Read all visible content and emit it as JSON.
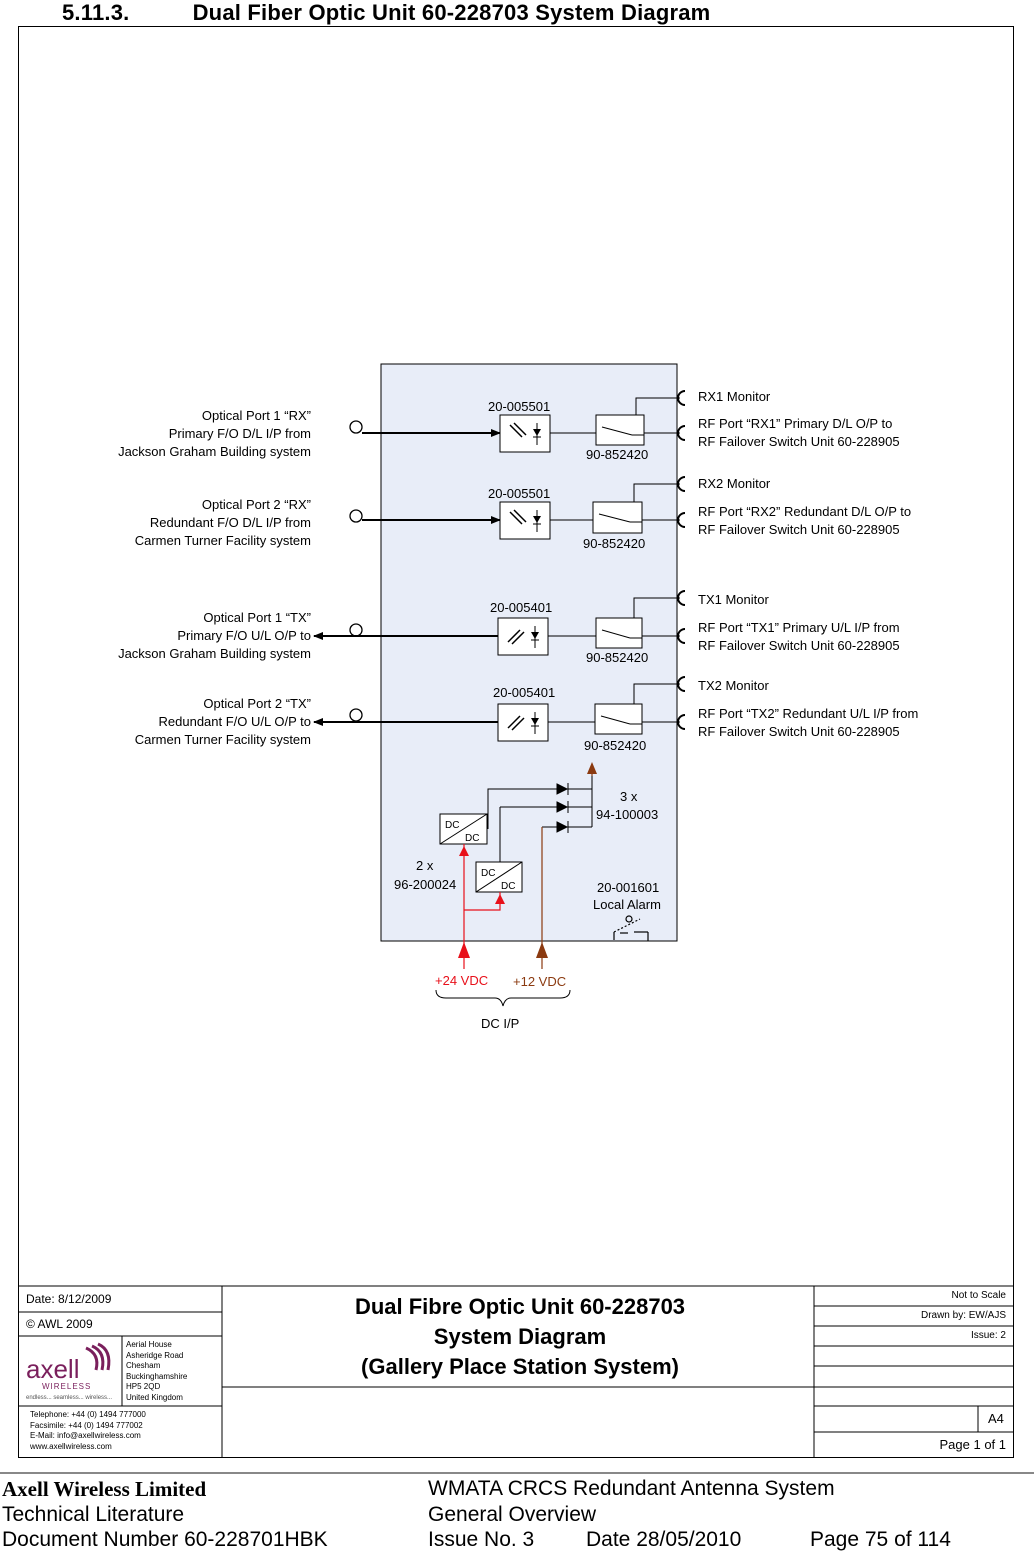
{
  "heading": {
    "number": "5.11.3.",
    "text": "Dual Fiber Optic Unit 60-228703 System Diagram"
  },
  "diagram": {
    "left_labels": [
      [
        "Optical Port 1 “RX”",
        "Primary F/O D/L I/P from",
        "Jackson Graham Building system"
      ],
      [
        "Optical Port 2 “RX”",
        "Redundant F/O D/L I/P from",
        "Carmen Turner Facility system"
      ],
      [
        "Optical Port 1 “TX”",
        "Primary F/O U/L O/P to",
        "Jackson Graham Building system"
      ],
      [
        "Optical Port 2 “TX”",
        "Redundant F/O U/L O/P to",
        "Carmen Turner Facility system"
      ]
    ],
    "module_parts": [
      "20-005501",
      "20-005501",
      "20-005401",
      "20-005401"
    ],
    "switch_parts": [
      "90-852420",
      "90-852420",
      "90-852420",
      "90-852420"
    ],
    "monitors": [
      "RX1 Monitor",
      "RX2 Monitor",
      "TX1 Monitor",
      "TX2 Monitor"
    ],
    "rf_ports": [
      [
        "RF Port “RX1” Primary D/L O/P to",
        "RF Failover Switch Unit 60-228905"
      ],
      [
        "RF Port “RX2” Redundant D/L O/P to",
        "RF Failover Switch Unit 60-228905"
      ],
      [
        "RF Port “TX1” Primary U/L I/P from",
        "RF Failover Switch Unit 60-228905"
      ],
      [
        "RF Port “TX2” Redundant U/L I/P from",
        "RF Failover Switch Unit 60-228905"
      ]
    ],
    "diodes": [
      "3 x",
      "94-100003"
    ],
    "dcdc": [
      "2 x",
      "96-200024"
    ],
    "dc_label": "DC",
    "alarm": [
      "20-001601",
      "Local Alarm"
    ],
    "plus24": "+24 VDC",
    "plus12": "+12 VDC",
    "dc_input": "DC I/P",
    "colors": {
      "panel": "#e8edf8",
      "red": "#e8101a",
      "brown": "#8b3a10"
    }
  },
  "title_block": {
    "date": "Date: 8/12/2009",
    "copyright": "© AWL 2009",
    "title_lines": [
      "Dual Fibre Optic Unit 60-228703",
      "System Diagram",
      "(Gallery Place Station System)"
    ],
    "not_to_scale": "Not to Scale",
    "drawn_by": "Drawn by: EW/AJS",
    "issue": "Issue: 2",
    "size": "A4",
    "page": "Page 1 of 1",
    "address": [
      "Aerial House",
      "Asheridge Road",
      "Chesham",
      "Buckinghamshire",
      "HP5 2QD",
      "United Kingdom"
    ],
    "contact": [
      "Telephone: +44 (0) 1494 777000",
      "Facsimile: +44 (0) 1494 777002",
      "E-Mail: info@axellwireless.com",
      "www.axellwireless.com"
    ],
    "logo_word": "axell",
    "logo_sub": "WIRELESS",
    "logo_tagline": "endless... seamless... wireless..."
  },
  "footer": {
    "company": "Axell Wireless Limited",
    "lit": "Technical Literature",
    "docnum": "Document Number 60-228701HBK",
    "system": "WMATA CRCS Redundant Antenna System",
    "overview": "General Overview",
    "issue": "Issue No. 3",
    "date": "Date 28/05/2010",
    "page": "Page 75 of 114"
  }
}
